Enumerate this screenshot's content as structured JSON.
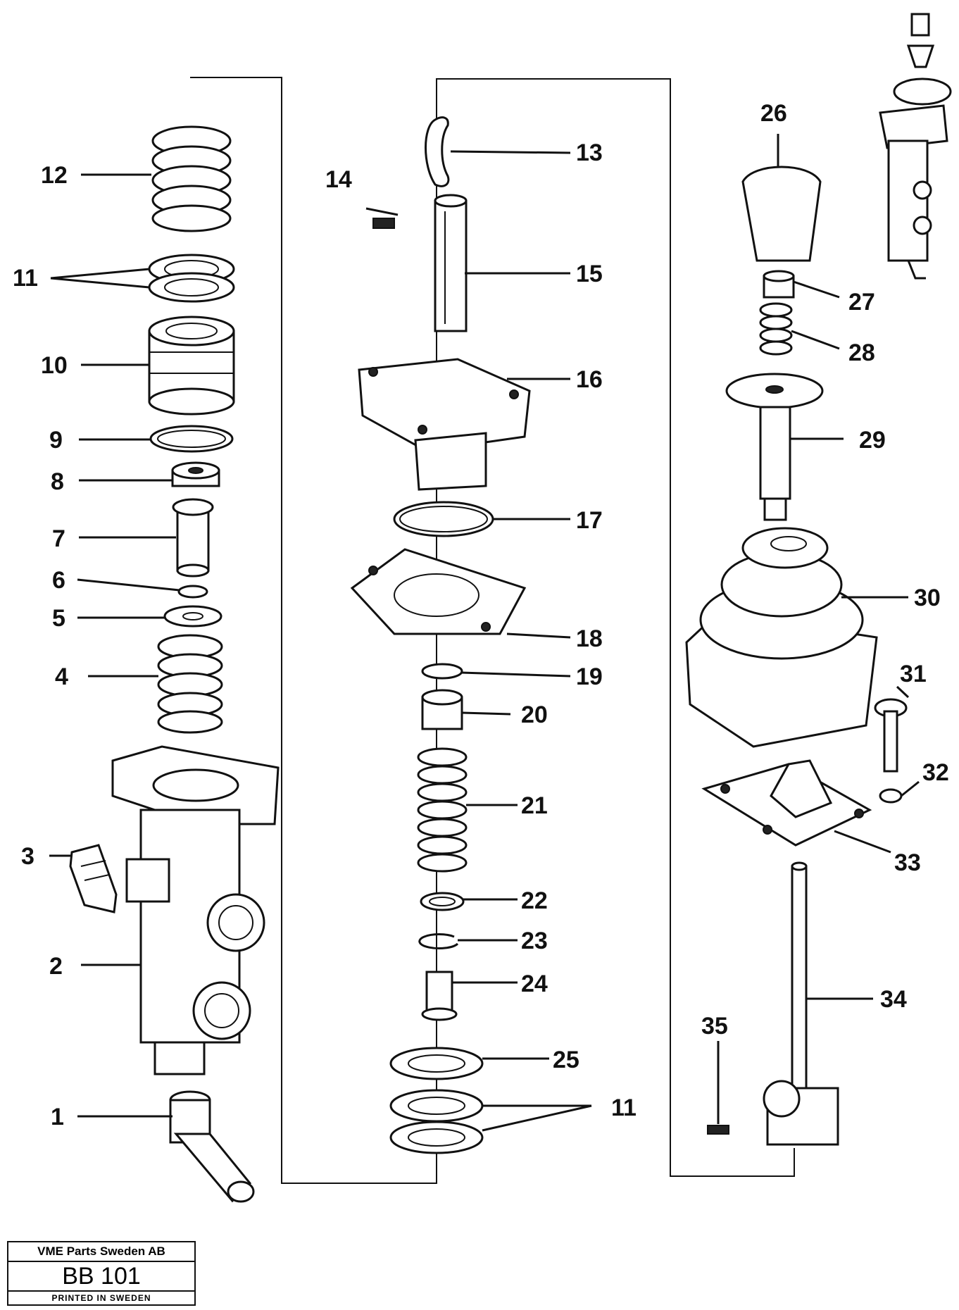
{
  "callouts": {
    "c1": "1",
    "c2": "2",
    "c3": "3",
    "c4": "4",
    "c5": "5",
    "c6": "6",
    "c7": "7",
    "c8": "8",
    "c9": "9",
    "c10": "10",
    "c11a": "11",
    "c11b": "11",
    "c12": "12",
    "c13": "13",
    "c14": "14",
    "c15": "15",
    "c16": "16",
    "c17": "17",
    "c18": "18",
    "c19": "19",
    "c20": "20",
    "c21": "21",
    "c22": "22",
    "c23": "23",
    "c24": "24",
    "c25": "25",
    "c26": "26",
    "c27": "27",
    "c28": "28",
    "c29": "29",
    "c30": "30",
    "c31": "31",
    "c32": "32",
    "c33": "33",
    "c34": "34",
    "c35": "35"
  },
  "stamp": {
    "company": "VME Parts Sweden AB",
    "code": "BB 101",
    "printed": "PRINTED IN SWEDEN"
  }
}
